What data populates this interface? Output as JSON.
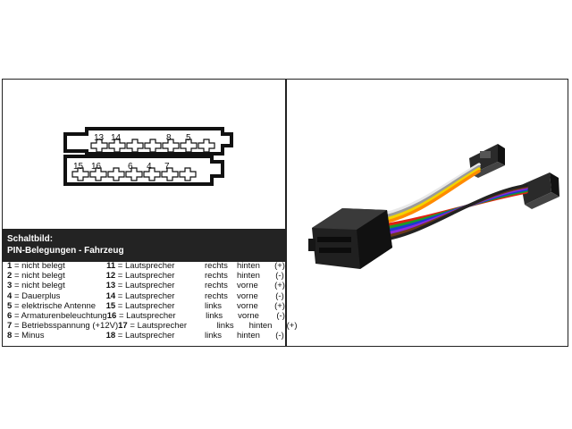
{
  "connector": {
    "top_row_labels": [
      "13",
      "14",
      "8",
      "5"
    ],
    "bottom_row_labels": [
      "15",
      "16",
      "6",
      "4",
      "7"
    ]
  },
  "header": {
    "title": "Schaltbild:",
    "subtitle": "PIN-Belegungen - Fahrzeug"
  },
  "pins_left": [
    {
      "num": "1",
      "desc": "= nicht belegt"
    },
    {
      "num": "2",
      "desc": "= nicht belegt"
    },
    {
      "num": "3",
      "desc": "= nicht belegt"
    },
    {
      "num": "4",
      "desc": "= Dauerplus"
    },
    {
      "num": "5",
      "desc": "= elektrische Antenne"
    },
    {
      "num": "6",
      "desc": "= Armaturenbeleuchtung"
    },
    {
      "num": "7",
      "desc": "= Betriebsspannung (+12V)"
    },
    {
      "num": "8",
      "desc": "= Minus"
    }
  ],
  "pins_right": [
    {
      "num": "11",
      "eq": "=",
      "type": "Lautsprecher",
      "side": "rechts",
      "pos": "hinten",
      "pol": "(+)"
    },
    {
      "num": "12",
      "eq": "=",
      "type": "Lautsprecher",
      "side": "rechts",
      "pos": "hinten",
      "pol": "(-)"
    },
    {
      "num": "13",
      "eq": "=",
      "type": "Lautsprecher",
      "side": "rechts",
      "pos": "vorne",
      "pol": "(+)"
    },
    {
      "num": "14",
      "eq": "=",
      "type": "Lautsprecher",
      "side": "rechts",
      "pos": "vorne",
      "pol": "(-)"
    },
    {
      "num": "15",
      "eq": "=",
      "type": "Lautsprecher",
      "side": "links",
      "pos": "vorne",
      "pol": "(+)"
    },
    {
      "num": "16",
      "eq": "=",
      "type": "Lautsprecher",
      "side": "links",
      "pos": "vorne",
      "pol": "(-)"
    },
    {
      "num": "17",
      "eq": "=",
      "type": "Lautsprecher",
      "side": "links",
      "pos": "hinten",
      "pol": "(+)"
    },
    {
      "num": "18",
      "eq": "=",
      "type": "Lautsprecher",
      "side": "links",
      "pos": "hinten",
      "pol": "(-)"
    }
  ],
  "wire_colors": [
    "#e8e8e8",
    "#9a9a9a",
    "#f2d400",
    "#ff8a00",
    "#e02010",
    "#1a9a2a",
    "#1a3ad0",
    "#8a2ae0",
    "#6a3a1a",
    "#222222"
  ]
}
